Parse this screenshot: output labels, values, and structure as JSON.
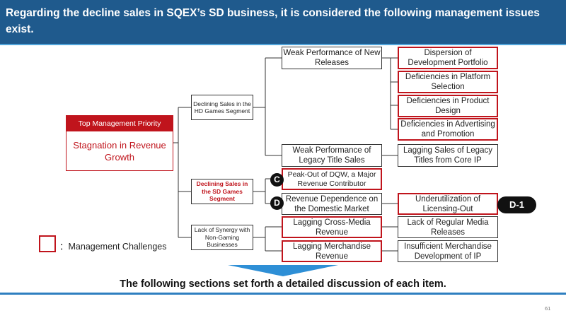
{
  "header": {
    "title": "Regarding the decline sales in SQEX’s SD business, it is considered the following management issues exist."
  },
  "root": {
    "head": "Top Management Priority",
    "body": "Stagnation in Revenue Growth"
  },
  "segments": {
    "hd": "Declining Sales in the HD Games Segment",
    "sd": "Declining Sales in the SD Games Segment",
    "synergy": "Lack of Synergy with Non-Gaming Businesses"
  },
  "causes": {
    "new_releases": "Weak Performance of New Releases",
    "legacy": "Weak Performance of Legacy Title Sales",
    "dqw": "Peak-Out of DQW, a Major Revenue Contributor",
    "domestic": "Revenue Dependence on the Domestic Market",
    "cross_media": "Lagging Cross-Media Revenue",
    "merch": "Lagging Merchandise Revenue"
  },
  "issues": {
    "dispersion": "Dispersion of Development Portfolio",
    "platform": "Deficiencies in Platform Selection",
    "product": "Deficiencies in Product Design",
    "advertising": "Deficiencies in Advertising and Promotion",
    "legacy_ip": "Lagging Sales of Legacy Titles from Core IP",
    "licensing": "Underutilization of Licensing-Out",
    "media_releases": "Lack of Regular Media Releases",
    "merch_dev": "Insufficient Merchandise Development of IP"
  },
  "markers": {
    "c": "C",
    "d": "D",
    "d1": "D-1"
  },
  "legend": {
    "label": "：Management Challenges"
  },
  "conclusion": "The following sections set forth a detailed discussion of each item.",
  "page_number": "61",
  "colors": {
    "header_bg": "#1f5a8d",
    "accent_red": "#c0141c",
    "arrow_blue": "#2e8fd6"
  }
}
